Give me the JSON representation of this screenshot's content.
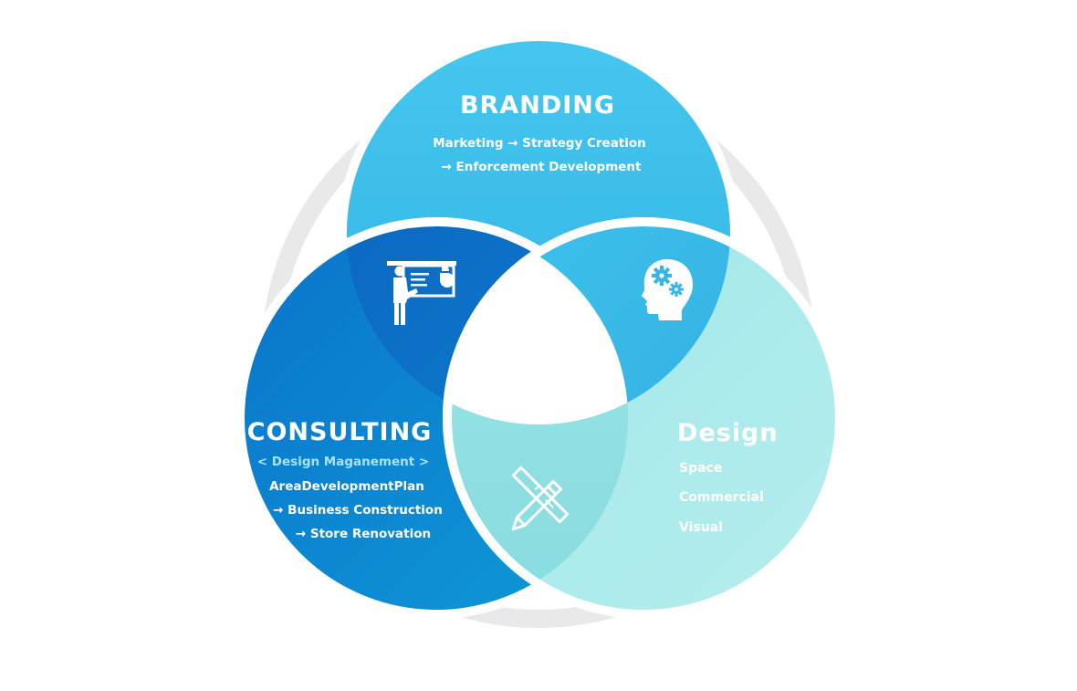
{
  "branding": {
    "title": "BRANDING",
    "line1": "Marketing → Strategy Creation",
    "line2": "→ Enforcement Development"
  },
  "consulting": {
    "title": "CONSULTING",
    "subtitle": "< Design Maganement >",
    "line1": "AreaDevelopmentPlan",
    "line2": "→ Business Construction",
    "line3": "→ Store Renovation"
  },
  "design": {
    "title": "Design",
    "items": [
      "Space",
      "Commercial",
      "Visual"
    ]
  },
  "icons": {
    "branding_consulting": "presenter-board-icon",
    "branding_design": "head-gears-icon",
    "consulting_design": "ruler-pencil-icon"
  },
  "colors": {
    "ring": "#e9e9e9",
    "branding": "#3dbde9",
    "consulting": "#0b83cf",
    "design": "#a6e8ea",
    "lens_bc": "#0a6fc6",
    "lens_bd": "#35b6e6",
    "lens_cd": "#8fe0e2",
    "center": "#ffffff",
    "subtitle_text": "#a8e4f8"
  }
}
